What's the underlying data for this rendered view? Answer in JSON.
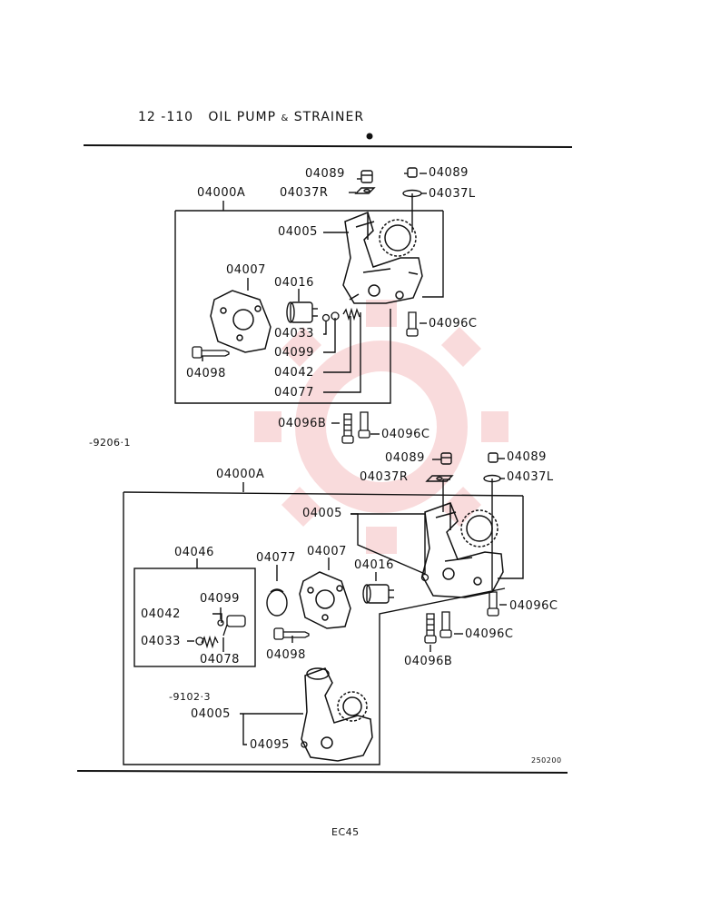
{
  "header": {
    "section": "12 -110",
    "title_part1": "OIL PUMP",
    "title_amp": "&",
    "title_part2": "STRAINER"
  },
  "upper_assembly": {
    "assembly": "04000A",
    "cap_left": "04089",
    "cap_right": "04089",
    "gasket_r": "04037R",
    "gasket_l": "04037L",
    "pump_body": "04005",
    "cover": "04007",
    "rotor": "04016",
    "ball": "04033",
    "ring": "04099",
    "spring": "04042",
    "retainer": "04077",
    "cover_bolt": "04098",
    "bolt_c_right": "04096C",
    "bolt_b_mid": "04096B",
    "bolt_c_mid": "04096C"
  },
  "side_note_upper": "-9206·1",
  "lower_assembly": {
    "assembly": "04000A",
    "cap_left": "04089",
    "cap_right": "04089",
    "gasket_r": "04037R",
    "gasket_l": "04037L",
    "pump_body": "04005",
    "relief_kit": "04046",
    "kit_ring": "04099",
    "kit_spring": "04042",
    "kit_ball": "04033",
    "kit_pin": "04078",
    "plug": "04077",
    "cover": "04007",
    "rotor": "04016",
    "cover_bolt": "04098",
    "bolt_c_right": "04096C",
    "bolt_c_mid": "04096C",
    "bolt_b_mid": "04096B"
  },
  "variant": {
    "date_note": "-9102·3",
    "pump_body": "04005",
    "screen": "04095"
  },
  "drawing_code": "250200",
  "page_code": "EC45"
}
